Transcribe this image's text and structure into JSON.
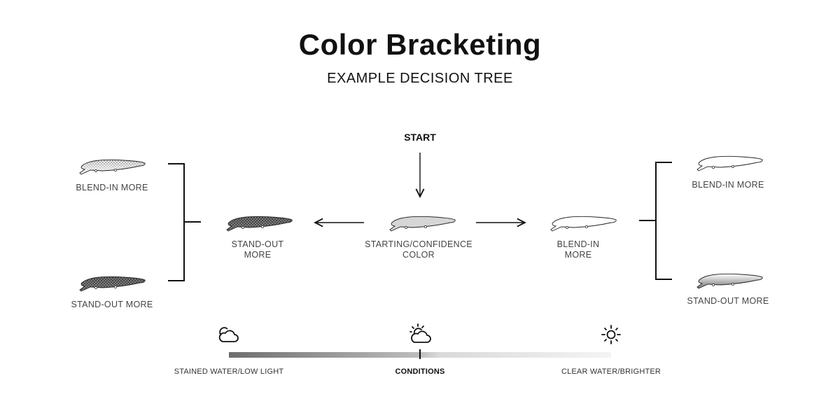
{
  "title": "Color Bracketing",
  "subtitle": "EXAMPLE DECISION TREE",
  "start_label": "START",
  "nodes": {
    "left_top": "BLEND-IN MORE",
    "left_bottom": "STAND-OUT MORE",
    "mid_left": [
      "STAND-OUT",
      "MORE"
    ],
    "center": [
      "STARTING/CONFIDENCE",
      "COLOR"
    ],
    "mid_right": [
      "BLEND-IN",
      "MORE"
    ],
    "right_top": "BLEND-IN MORE",
    "right_bottom": "STAND-OUT MORE"
  },
  "scale": {
    "left_label": "STAINED WATER/LOW LIGHT",
    "center_label": "CONDITIONS",
    "right_label": "CLEAR WATER/BRIGHTER",
    "left_icon": "cloud-icon",
    "center_icon": "partly-cloudy-icon",
    "right_icon": "sun-icon"
  }
}
